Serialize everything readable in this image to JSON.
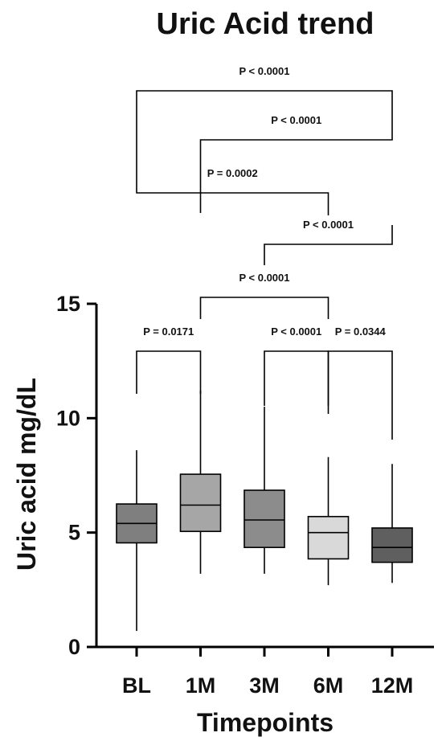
{
  "chart_data": {
    "type": "box",
    "title": "Uric Acid trend",
    "xlabel": "Timepoints",
    "ylabel": "Uric acid mg/dL",
    "ylim": [
      0,
      15
    ],
    "yticks": [
      0,
      5,
      10,
      15
    ],
    "categories": [
      "BL",
      "1M",
      "3M",
      "6M",
      "12M"
    ],
    "boxes": [
      {
        "category": "BL",
        "min": 0.7,
        "q1": 4.55,
        "median": 5.4,
        "q3": 6.25,
        "max": 8.6,
        "color": "#7f7f7f"
      },
      {
        "category": "1M",
        "min": 3.2,
        "q1": 5.05,
        "median": 6.2,
        "q3": 7.55,
        "max": 11.2,
        "color": "#a6a6a6"
      },
      {
        "category": "3M",
        "min": 3.2,
        "q1": 4.35,
        "median": 5.55,
        "q3": 6.85,
        "max": 10.5,
        "color": "#8c8c8c"
      },
      {
        "category": "6M",
        "min": 2.7,
        "q1": 3.85,
        "median": 5.0,
        "q3": 5.7,
        "max": 8.3,
        "color": "#d9d9d9"
      },
      {
        "category": "12M",
        "min": 2.8,
        "q1": 3.7,
        "median": 4.35,
        "q3": 5.2,
        "max": 8.0,
        "color": "#5f5f5f"
      }
    ],
    "comparisons": [
      {
        "from": "BL",
        "to": "12M",
        "label": "P < 0.0001"
      },
      {
        "from": "1M",
        "to": "12M",
        "label": "P < 0.0001"
      },
      {
        "from": "BL",
        "to": "6M",
        "label": "P = 0.0002"
      },
      {
        "from": "3M",
        "to": "12M",
        "label": "P < 0.0001"
      },
      {
        "from": "1M",
        "to": "6M",
        "label": "P < 0.0001"
      },
      {
        "from": "BL",
        "to": "1M",
        "label": "P = 0.0171"
      },
      {
        "from": "3M",
        "to": "6M",
        "label": "P < 0.0001"
      },
      {
        "from": "6M",
        "to": "12M",
        "label": "P = 0.0344"
      }
    ],
    "grid": false,
    "legend": "none"
  }
}
